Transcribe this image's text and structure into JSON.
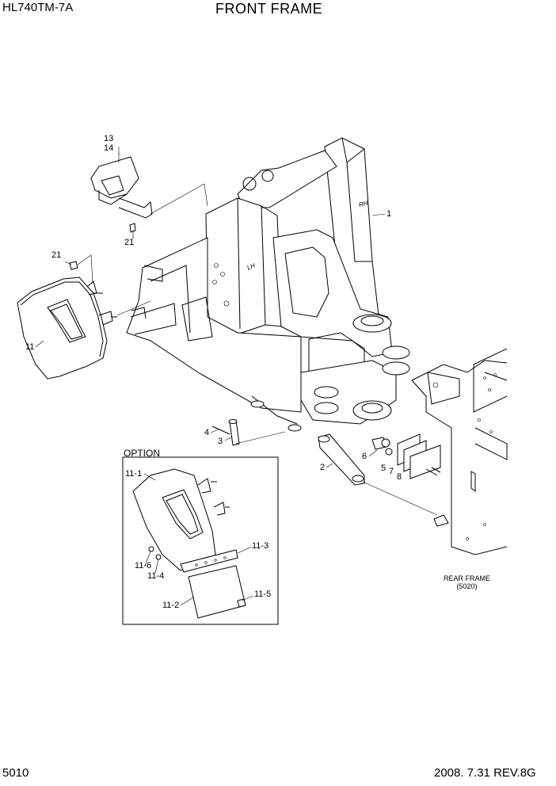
{
  "header": {
    "model": "HL740TM-7A",
    "title": "FRONT FRAME"
  },
  "footer": {
    "page": "5010",
    "revision": "2008. 7.31  REV.8G"
  },
  "option": {
    "label": "OPTION"
  },
  "rear_frame": {
    "line1": "REAR FRAME",
    "line2": "(5020)"
  },
  "frame_markings": {
    "rh": "RH",
    "lh": "LH"
  },
  "callouts": {
    "c1": "1",
    "c2": "2",
    "c3": "3",
    "c4": "4",
    "c5": "5",
    "c6": "6",
    "c7": "7",
    "c8": "8",
    "c11": "11",
    "c13": "13",
    "c14": "14",
    "c21a": "21",
    "c21b": "21",
    "c11_1": "11-1",
    "c11_2": "11-2",
    "c11_3": "11-3",
    "c11_4": "11-4",
    "c11_5": "11-5",
    "c11_6": "11-6"
  }
}
